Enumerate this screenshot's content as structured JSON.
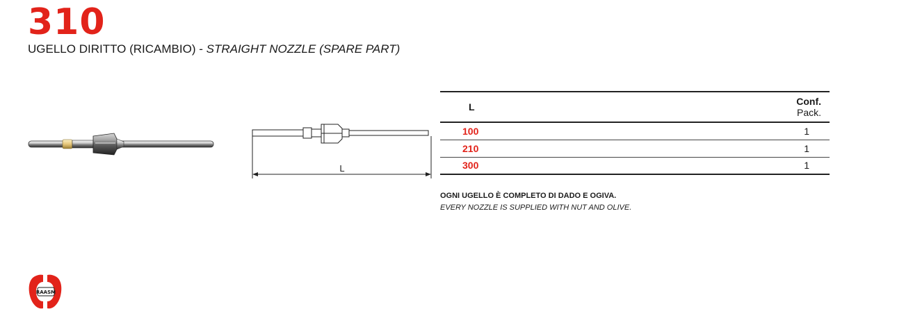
{
  "product": {
    "code": "310",
    "title_it": "UGELLO DIRITTO (RICAMBIO)",
    "title_sep": " - ",
    "title_en": "STRAIGHT NOZZLE (SPARE PART)"
  },
  "drawing": {
    "dimension_label": "L"
  },
  "table": {
    "headers": {
      "l": "L",
      "conf_it": "Conf.",
      "conf_en": "Pack."
    },
    "rows": [
      {
        "l": "100",
        "pack": "1"
      },
      {
        "l": "210",
        "pack": "1"
      },
      {
        "l": "300",
        "pack": "1"
      }
    ]
  },
  "note": {
    "it": "OGNI UGELLO È COMPLETO DI DADO E OGIVA.",
    "en": "EVERY NOZZLE IS SUPPLIED WITH NUT AND OLIVE."
  },
  "colors": {
    "accent": "#e2231a",
    "text": "#1a1a1a"
  },
  "logo": {
    "text": "RAASM"
  }
}
